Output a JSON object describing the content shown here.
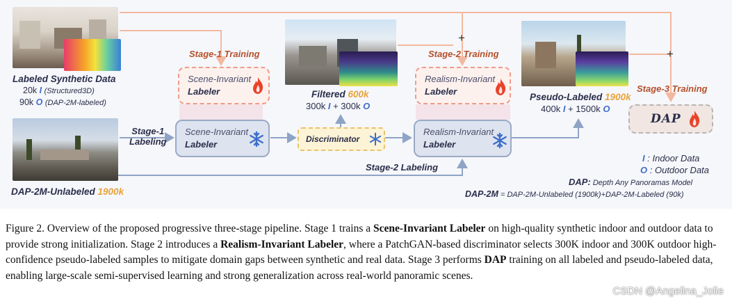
{
  "left": {
    "labeled_title": "Labeled Synthetic Data",
    "labeled_line1_num": "20k",
    "labeled_line1_sym": "I",
    "labeled_line1_src": "(Structured3D)",
    "labeled_line2_num": "90k",
    "labeled_line2_sym": "O",
    "labeled_line2_src": "(DAP-2M-labeled)",
    "unlabeled_name": "DAP-2M-Unlabeled",
    "unlabeled_count": "1900k"
  },
  "stages": {
    "stage1_training": "Stage-1  Training",
    "stage1_labeling_l1": "Stage-1",
    "stage1_labeling_l2": "Labeling",
    "stage2_training": "Stage-2  Training",
    "stage2_labeling": "Stage-2 Labeling",
    "stage3_training": "Stage-3  Training"
  },
  "boxes": {
    "scene_top_l1": "Scene-Invariant",
    "scene_top_l2": "Labeler",
    "scene_bot_l1": "Scene-Invariant",
    "scene_bot_l2": "Labeler",
    "discriminator": "Discriminator",
    "real_top_l1": "Realism-Invariant",
    "real_top_l2": "Labeler",
    "real_bot_l1": "Realism-Invariant",
    "real_bot_l2": "Labeler",
    "dap": "DAP"
  },
  "filtered": {
    "title": "Filtered",
    "count": "600k",
    "line_a": "300k",
    "sym_a": "I",
    "plus": "+",
    "line_b": "300k",
    "sym_b": "O"
  },
  "pseudo": {
    "title": "Pseudo-Labeled",
    "count": "1900k",
    "line_a": "400k",
    "sym_a": "I",
    "plus": "+",
    "line_b": "1500k",
    "sym_b": "O"
  },
  "plus_signs": [
    "+",
    "+"
  ],
  "legend": {
    "i_sym": "I",
    "i_text": ": Indoor Data",
    "o_sym": "O",
    "o_text": ": Outdoor Data",
    "dap_sym": "DAP:",
    "dap_text": "Depth Any Panoramas Model",
    "dap2m_sym": "DAP-2M",
    "dap2m_text": "= DAP-2M-Unlabeled (1900k)+DAP-2M-Labeled (90k)"
  },
  "caption": {
    "p1": "Figure 2. Overview of the proposed progressive three-stage pipeline. Stage 1 trains a ",
    "b1": "Scene-Invariant Labeler",
    "p2": " on high-quality synthetic indoor and outdoor data to provide strong initialization. Stage 2 introduces a ",
    "b2": "Realism-Invariant Labeler",
    "p3": ", where a PatchGAN-based discriminator selects 300K indoor and 300K outdoor high-confidence pseudo-labeled samples to mitigate domain gaps between synthetic and real data. Stage 3 performs ",
    "b3": "DAP",
    "p4": " training on all labeled and pseudo-labeled data, enabling large-scale semi-supervised learning and strong generalization across real-world panoramic scenes."
  },
  "watermark": "CSDN @Angelina_Jolie",
  "colors": {
    "orange_arrow": "#f2b9a0",
    "blue_arrow": "#8fa4c4",
    "accent_count": "#e8a33c",
    "fire": "#e8432a",
    "snow": "#3d6fc9"
  }
}
